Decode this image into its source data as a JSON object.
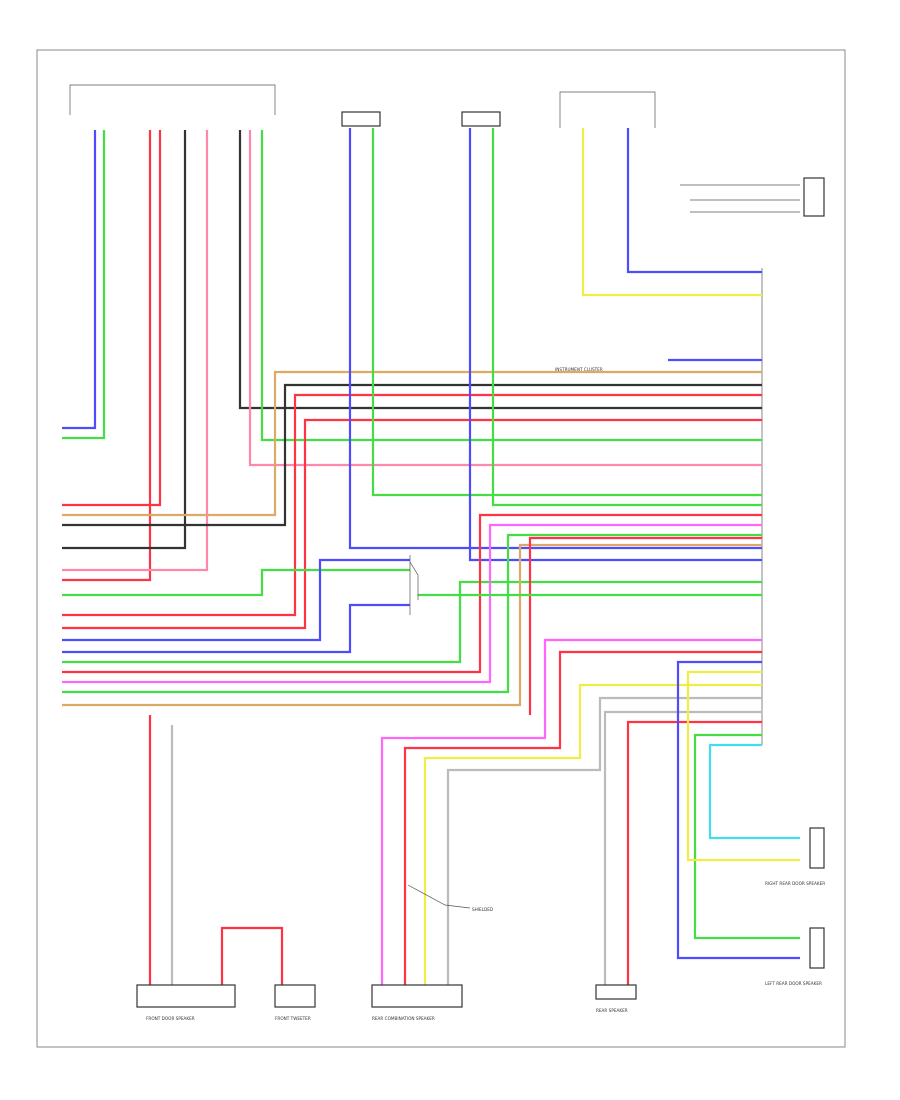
{
  "colors": {
    "blue": "#4d4dff",
    "green": "#44dd44",
    "red": "#ff3344",
    "pink": "#ff88aa",
    "yellow": "#eeee44",
    "black": "#333333",
    "gray": "#bbbbbb",
    "orange": "#ddaa66",
    "cyan": "#44ddee",
    "magenta": "#ff66ff",
    "lightgreen": "#88ee88"
  },
  "labels": {
    "center_lead": "",
    "instrument_note": "INSTRUMENT CLUSTER",
    "shielded_note": "SHIELDED",
    "footer_tag": "",
    "legend_1": "",
    "legend_2": ""
  },
  "components": {
    "steering_sw_1": "",
    "steering_sw_2": "",
    "radio_top": "",
    "amp_right": "",
    "front_door_spk": "FRONT DOOR SPEAKER",
    "front_tweeter": "FRONT TWEETER",
    "rear_combi": "REAR COMBINATION SPEAKER",
    "rear_speaker": "REAR SPEAKER",
    "rr_door_spk": "RIGHT REAR DOOR SPEAKER",
    "lr_door_spk": "LEFT REAR DOOR SPEAKER"
  }
}
